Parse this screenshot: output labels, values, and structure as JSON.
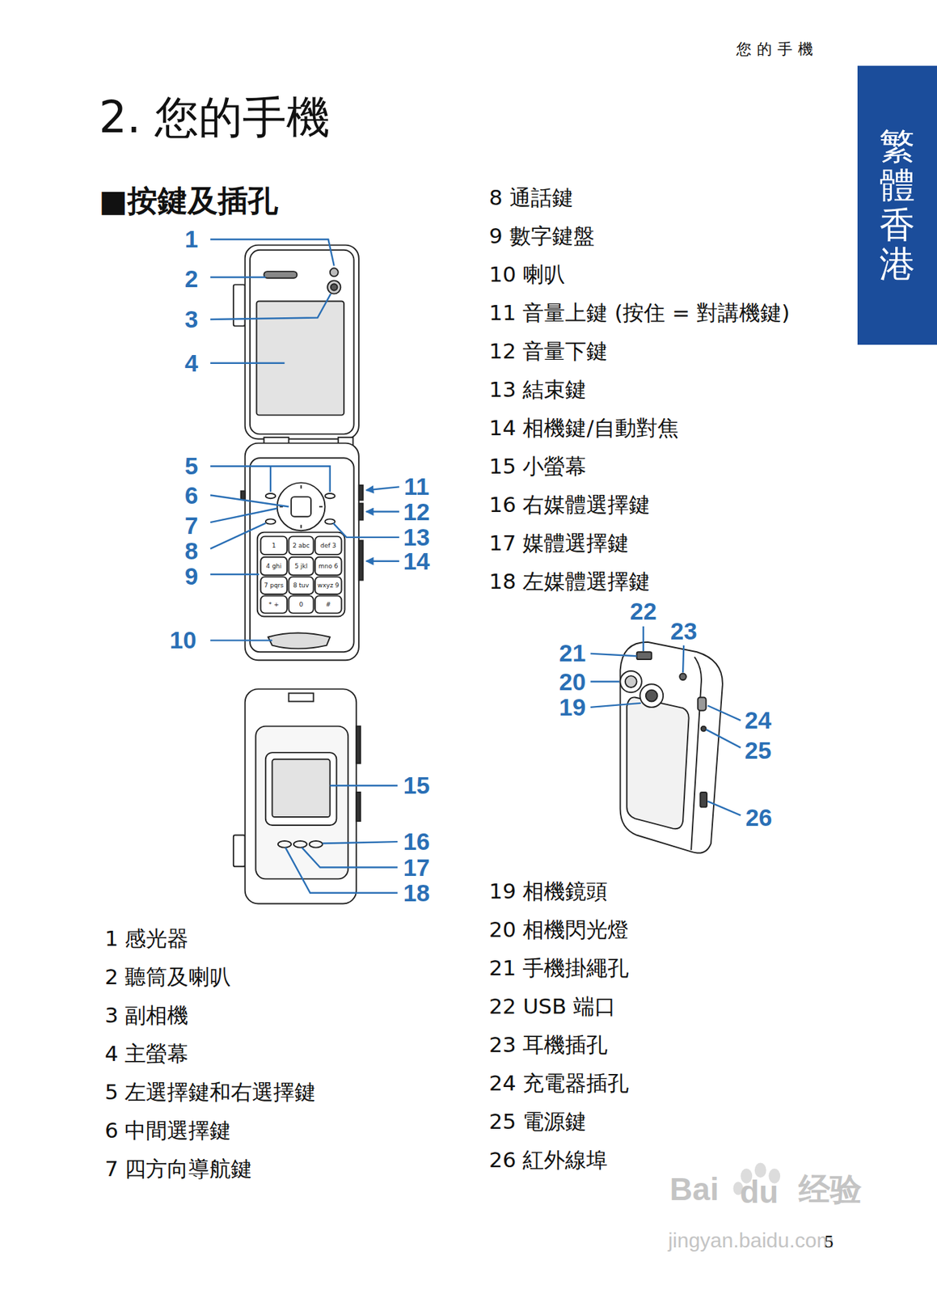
{
  "diagram": {
    "title": "2. 您的手機",
    "nodes": [
      {
        "text": [
          "繁體香港"
        ]
      }
    ],
    "labels": [
      "您的手機",
      "■按鍵及插孔",
      "1",
      "2",
      "3",
      "4",
      "5",
      "6",
      "7",
      "8",
      "9",
      "10",
      "11",
      "12",
      "13",
      "14",
      "15",
      "16",
      "17",
      "18",
      "19",
      "20",
      "21",
      "22",
      "23",
      "24",
      "25",
      "26",
      "1 感光器",
      "2 聽筒及喇叭",
      "3 副相機",
      "4 主螢幕",
      "5 左選擇鍵和右選擇鍵",
      "6 中間選擇鍵",
      "7 四方向導航鍵",
      "8 通話鍵",
      "9 數字鍵盤",
      "10 喇叭",
      "11 音量上鍵 (按住 = 對講機鍵)",
      "12 音量下鍵",
      "13 結束鍵",
      "14 相機鍵/自動對焦",
      "15 小螢幕",
      "16 右媒體選擇鍵",
      "17 媒體選擇鍵",
      "18 左媒體選擇鍵",
      "19 相機鏡頭",
      "20 相機閃光燈",
      "21 手機掛繩孔",
      "22 USB 端口",
      "23 耳機插孔",
      "24 充電器插孔",
      "25 電源鍵",
      "26 紅外線埠",
      "1",
      "2 abc",
      "def 3",
      "4 ghi",
      "5 jkl",
      "mno 6",
      "7 pqrs",
      "8 tuv",
      "wxyz 9",
      "* +",
      "0",
      "#",
      "Bai",
      "du",
      "经验",
      "jingyan.baidu.com",
      "5"
    ]
  }
}
